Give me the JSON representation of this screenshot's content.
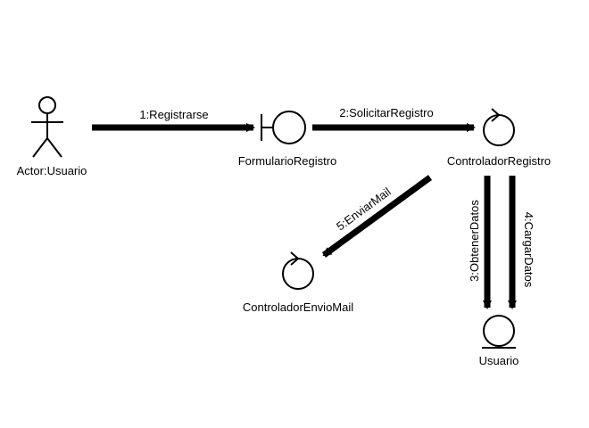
{
  "diagram": {
    "actor": {
      "label": "Actor:Usuario",
      "icon": "stick-figure-actor-icon"
    },
    "objects": {
      "formulario": {
        "label": "FormularioRegistro",
        "stereotype": "boundary",
        "icon": "boundary-icon"
      },
      "controlador_registro": {
        "label": "ControladorRegistro",
        "stereotype": "control",
        "icon": "control-icon"
      },
      "controlador_envio": {
        "label": "ControladorEnvioMail",
        "stereotype": "control",
        "icon": "control-icon"
      },
      "usuario": {
        "label": "Usuario",
        "stereotype": "entity",
        "icon": "entity-icon"
      }
    },
    "messages": {
      "m1": "1:Registrarse",
      "m2": "2:SolicitarRegistro",
      "m3": "3:ObtenerDatos",
      "m4": "4:CargarDatos",
      "m5": "5:EnviarMail"
    },
    "colors": {
      "line": "#000000",
      "background": "#ffffff"
    }
  }
}
